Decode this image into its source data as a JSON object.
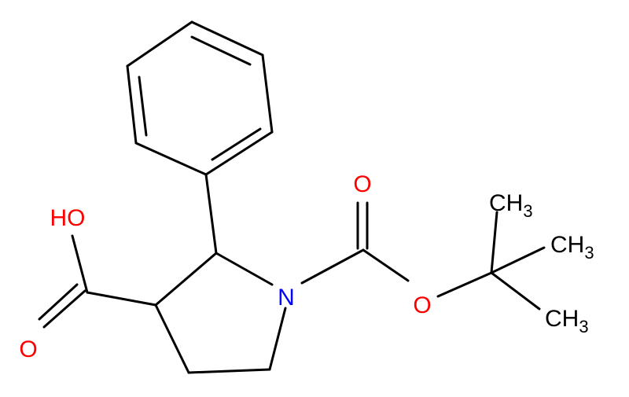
{
  "molecule": {
    "atoms": {
      "n1": "N",
      "o_carbonyl_boc": "O",
      "o_ester": "O",
      "oh": "HO",
      "o_acid": "O",
      "ch3_top": {
        "main": "CH",
        "sub": "3"
      },
      "ch3_mid": {
        "main": "CH",
        "sub": "3"
      },
      "ch3_bot": {
        "main": "CH",
        "sub": "3"
      }
    },
    "colors": {
      "carbon_bond": "#000000",
      "nitrogen": "#0000ff",
      "oxygen": "#ff0000",
      "text": "#000000",
      "background": "#ffffff"
    }
  }
}
